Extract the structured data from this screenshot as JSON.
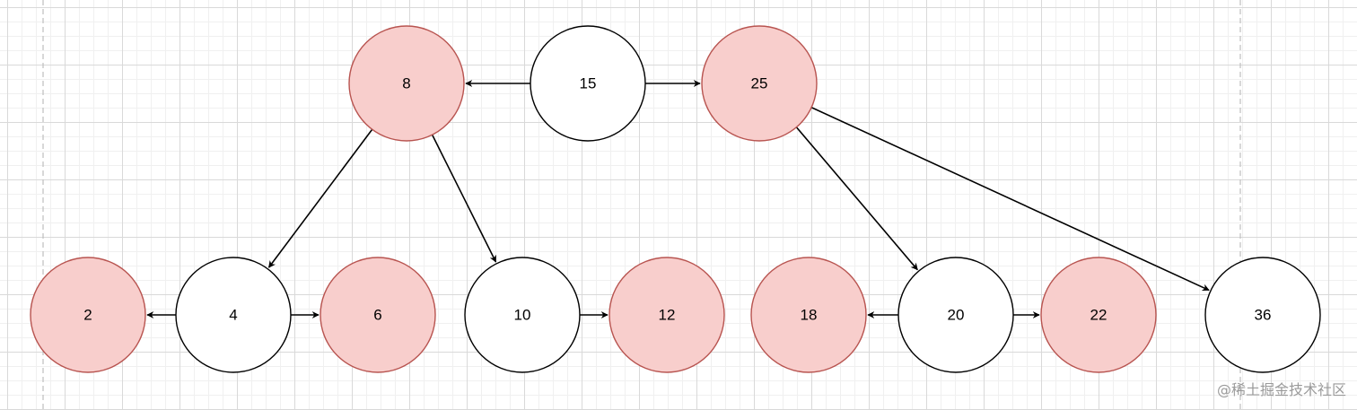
{
  "diagram": {
    "colors": {
      "highlight_fill": "#f8cecc",
      "highlight_stroke": "#b85450",
      "plain_fill": "#ffffff",
      "plain_stroke": "#000000",
      "edge": "#000000",
      "guide_line": "#bfbfbf"
    },
    "nodes": [
      {
        "id": "n15",
        "label": "15",
        "highlight": false
      },
      {
        "id": "n8",
        "label": "8",
        "highlight": true
      },
      {
        "id": "n25",
        "label": "25",
        "highlight": true
      },
      {
        "id": "n2",
        "label": "2",
        "highlight": true
      },
      {
        "id": "n4",
        "label": "4",
        "highlight": false
      },
      {
        "id": "n6",
        "label": "6",
        "highlight": true
      },
      {
        "id": "n10",
        "label": "10",
        "highlight": false
      },
      {
        "id": "n12",
        "label": "12",
        "highlight": true
      },
      {
        "id": "n18",
        "label": "18",
        "highlight": true
      },
      {
        "id": "n20",
        "label": "20",
        "highlight": false
      },
      {
        "id": "n22",
        "label": "22",
        "highlight": true
      },
      {
        "id": "n36",
        "label": "36",
        "highlight": false
      }
    ],
    "edges": [
      {
        "from": "n15",
        "to": "n8"
      },
      {
        "from": "n15",
        "to": "n25"
      },
      {
        "from": "n8",
        "to": "n4"
      },
      {
        "from": "n8",
        "to": "n10"
      },
      {
        "from": "n25",
        "to": "n20"
      },
      {
        "from": "n25",
        "to": "n36"
      },
      {
        "from": "n4",
        "to": "n2"
      },
      {
        "from": "n4",
        "to": "n6"
      },
      {
        "from": "n10",
        "to": "n12"
      },
      {
        "from": "n20",
        "to": "n18"
      },
      {
        "from": "n20",
        "to": "n22"
      }
    ]
  },
  "watermark": "@稀土掘金技术社区"
}
